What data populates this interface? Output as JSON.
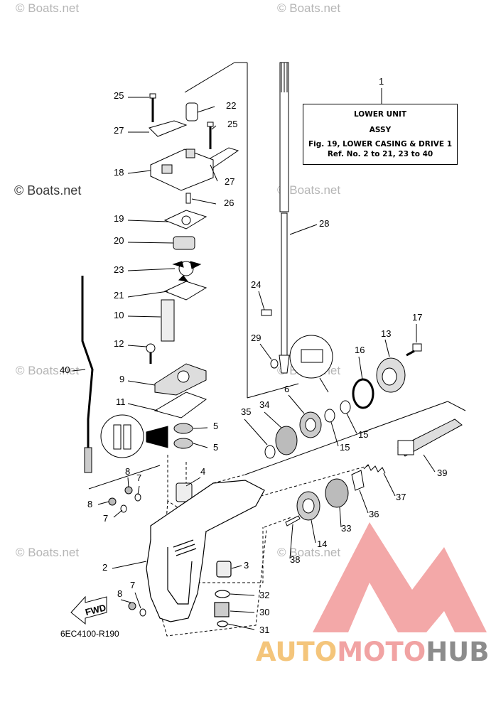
{
  "watermarks": {
    "text": "© Boats.net",
    "main_text": "© Boats.net"
  },
  "title_box": {
    "ref": "1",
    "line1": "LOWER UNIT",
    "line2": "ASSY",
    "line3": "Fig. 19, LOWER CASING & DRIVE 1",
    "line4": "Ref. No. 2 to 21, 23 to 40"
  },
  "callouts": {
    "c25a": "25",
    "c22": "22",
    "c27a": "27",
    "c25b": "25",
    "c18": "18",
    "c27b": "27",
    "c26": "26",
    "c19": "19",
    "c20": "20",
    "c23": "23",
    "c21": "21",
    "c10": "10",
    "c12": "12",
    "c40": "40",
    "c9": "9",
    "c11": "11",
    "c5a": "5",
    "c5b": "5",
    "c4": "4",
    "c8a": "8",
    "c7a": "7",
    "c8b": "8",
    "c7b": "7",
    "c2": "2",
    "c3": "3",
    "c32": "32",
    "c30": "30",
    "c31": "31",
    "c8c": "8",
    "c7c": "7",
    "c28": "28",
    "c24": "24",
    "c29": "29",
    "c17": "17",
    "c13": "13",
    "c16": "16",
    "c6": "6",
    "c34": "34",
    "c35": "35",
    "c15a": "15",
    "c15b": "15",
    "c39": "39",
    "c37": "37",
    "c36": "36",
    "c33": "33",
    "c14": "14",
    "c38": "38"
  },
  "fwd_label": "FWD",
  "drawing_code": "6EC4100-R190",
  "brand": {
    "part1": "AUTO",
    "part2": "MOTO",
    "part3": "HUB",
    "color1": "#f4c57b",
    "color2": "#f1a3a3",
    "color3": "#8c8c8c"
  }
}
